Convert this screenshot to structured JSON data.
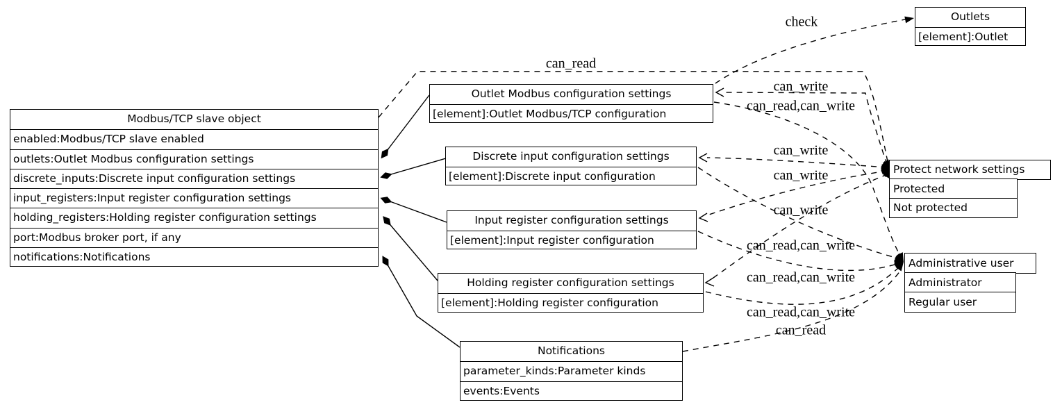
{
  "diagram": {
    "type": "uml-object-relationship-diagram",
    "background_color": "#ffffff",
    "stroke_color": "#000000"
  },
  "nodes": {
    "modbus_slave": {
      "title": "Modbus/TCP slave object",
      "rows": [
        "enabled:Modbus/TCP slave enabled",
        "outlets:Outlet Modbus configuration settings",
        "discrete_inputs:Discrete input configuration settings",
        "input_registers:Input register configuration settings",
        "holding_registers:Holding register configuration settings",
        "port:Modbus broker port, if any",
        "notifications:Notifications"
      ]
    },
    "outlet_modbus": {
      "title": "Outlet Modbus configuration settings",
      "rows": [
        "[element]:Outlet Modbus/TCP configuration"
      ]
    },
    "discrete_input": {
      "title": "Discrete input configuration settings",
      "rows": [
        "[element]:Discrete input configuration"
      ]
    },
    "input_register": {
      "title": "Input register configuration settings",
      "rows": [
        "[element]:Input register configuration"
      ]
    },
    "holding_register": {
      "title": "Holding register configuration settings",
      "rows": [
        "[element]:Holding register configuration"
      ]
    },
    "notifications": {
      "title": "Notifications",
      "rows": [
        "parameter_kinds:Parameter kinds",
        "events:Events"
      ]
    },
    "outlets": {
      "title": "Outlets",
      "rows": [
        "[element]:Outlet"
      ]
    },
    "protect_network": {
      "title": "Protect network settings",
      "rows": [
        "Protected",
        "Not protected"
      ]
    },
    "admin_user": {
      "title": "Administrative user",
      "rows": [
        "Administrator",
        "Regular user"
      ]
    }
  },
  "edges": {
    "dashed": [
      {
        "from": "outlet_modbus",
        "to": "outlets",
        "label": "check"
      },
      {
        "from": "modbus_slave",
        "to": "protect_network",
        "label": "can_read"
      },
      {
        "from": "protect_network",
        "to": "outlet_modbus",
        "label": "can_write"
      },
      {
        "from": "outlet_modbus",
        "to": "admin_user",
        "label": "can_read,can_write"
      },
      {
        "from": "protect_network",
        "to": "discrete_input",
        "label": "can_write"
      },
      {
        "from": "protect_network",
        "to": "input_register",
        "label": "can_write"
      },
      {
        "from": "protect_network",
        "to": "holding_register",
        "label": "can_write"
      },
      {
        "from": "discrete_input",
        "to": "admin_user",
        "label": "can_read,can_write"
      },
      {
        "from": "input_register",
        "to": "admin_user",
        "label": "can_read,can_write"
      },
      {
        "from": "holding_register",
        "to": "admin_user",
        "label": "can_read,can_write"
      },
      {
        "from": "notifications",
        "to": "admin_user",
        "label": "can_read"
      }
    ],
    "solid_composition": [
      {
        "from": "modbus_slave.outlets",
        "to": "outlet_modbus"
      },
      {
        "from": "modbus_slave.discrete_inputs",
        "to": "discrete_input"
      },
      {
        "from": "modbus_slave.input_registers",
        "to": "input_register"
      },
      {
        "from": "modbus_slave.holding_registers",
        "to": "holding_register"
      },
      {
        "from": "modbus_slave.notifications",
        "to": "notifications"
      }
    ]
  }
}
